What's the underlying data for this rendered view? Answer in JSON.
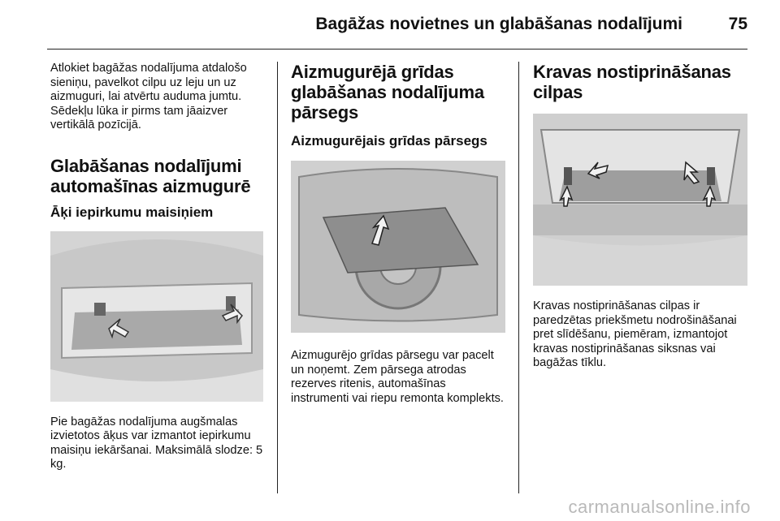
{
  "header": {
    "title": "Bagāžas novietnes un glabāšanas nodalījumi",
    "page_number": "75"
  },
  "col1": {
    "intro": "Atlokiet bagāžas nodalījuma atdalošo sieniņu, pavelkot cilpu uz leju un uz aizmuguri, lai atvērtu auduma jumtu. Sēdekļu lūka ir pirms tam jāaizver vertikālā pozīcijā.",
    "section_title": "Glabāšanas nodalījumi automašīnas aizmugurē",
    "sub_title": "Āķi iepirkumu maisiņiem",
    "caption": "Pie bagāžas nodalījuma augšmalas izvietotos āķus var izmantot iepirkumu maisiņu iekāršanai. Maksimālā slodze: 5 kg."
  },
  "col2": {
    "section_title": "Aizmugurējā grīdas glabāšanas nodalījuma pārsegs",
    "sub_title": "Aizmugurējais grīdas pārsegs",
    "caption": "Aizmugurējo grīdas pārsegu var pacelt un noņemt. Zem pārsega atrodas rezerves ritenis, automašīnas instrumenti vai riepu remonta komplekts."
  },
  "col3": {
    "section_title": "Kravas nostiprināšanas cilpas",
    "caption": "Kravas nostiprināšanas cilpas ir paredzētas priekšmetu nodrošināšanai pret slīdēšanu, piemēram, izmantojot kravas nostiprināšanas siksnas vai bagāžas tīklu."
  },
  "footer": {
    "watermark": "carmanualsonline.info"
  }
}
